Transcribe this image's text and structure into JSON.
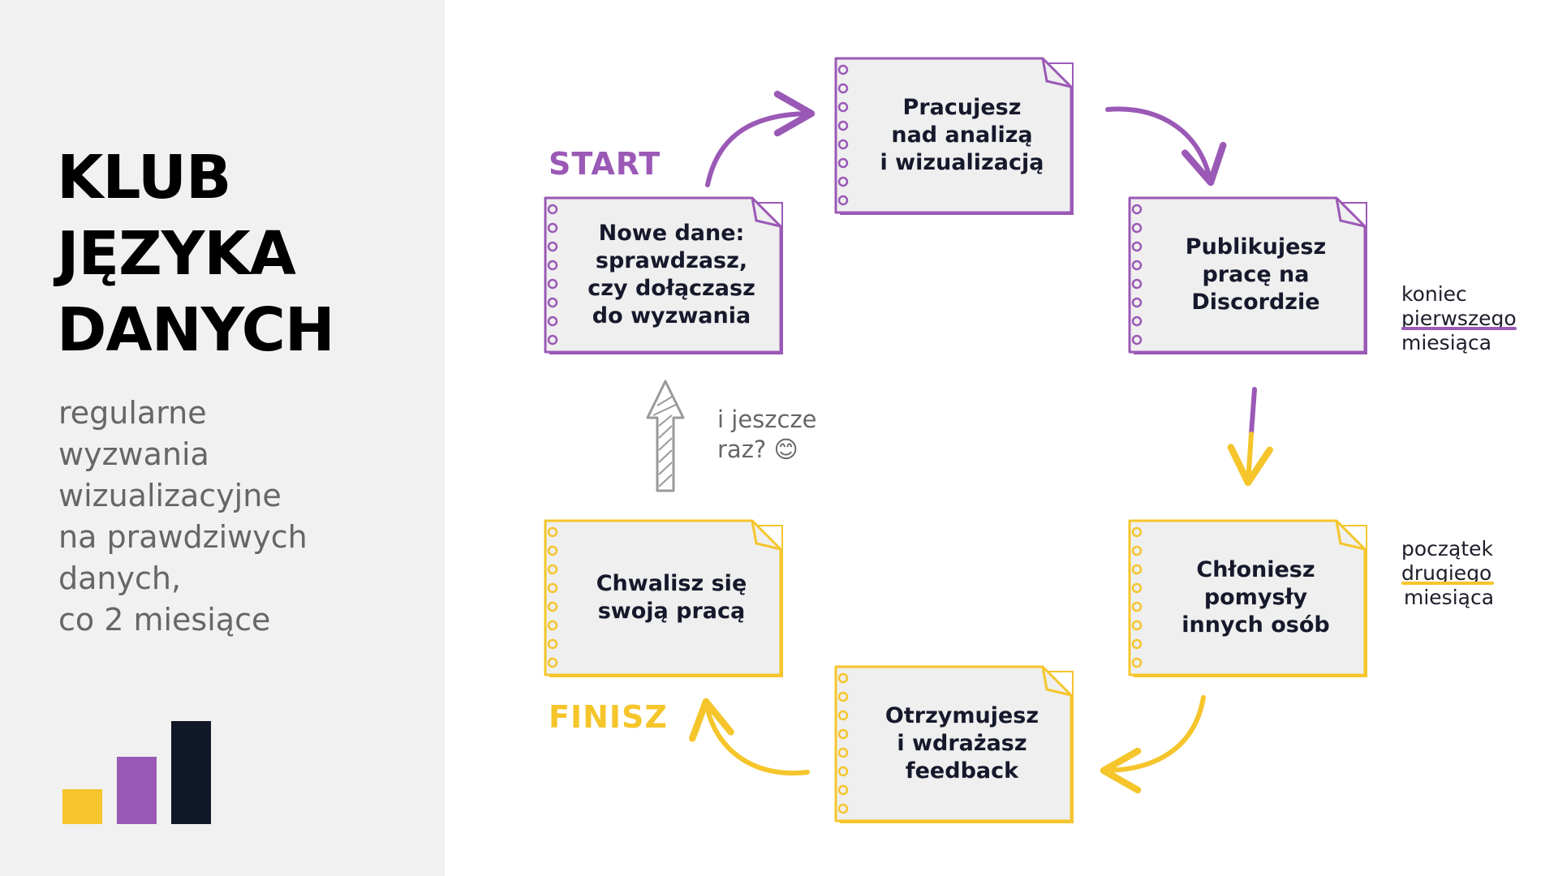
{
  "sidebar": {
    "title_lines": [
      "KLUB",
      "JĘZYKA",
      "DANYCH"
    ],
    "subtitle_lines": [
      "regularne",
      "wyzwania",
      "wizualizacyjne",
      "na prawdziwych",
      "danych,",
      "co 2 miesiące"
    ],
    "logo_bars": [
      {
        "level": 1,
        "color": "#f5c52b"
      },
      {
        "level": 2,
        "color": "#9b59b6"
      },
      {
        "level": 3,
        "color": "#111827"
      }
    ]
  },
  "labels": {
    "start": "START",
    "finish": "FINISZ",
    "again_lines": [
      "i jeszcze",
      "raz? 😊"
    ]
  },
  "cycle": {
    "cards": [
      {
        "id": "nowe-dane",
        "text": "Nowe dane:\nsprawdzasz,\nczy dołączasz\ndo wyzwania",
        "color": "purple"
      },
      {
        "id": "pracujesz",
        "text": "Pracujesz\nnad analizą\ni wizualizacją",
        "color": "purple"
      },
      {
        "id": "publikujesz",
        "text": "Publikujesz\npracę na\nDiscordzie",
        "color": "purple"
      },
      {
        "id": "chloniesz",
        "text": "Chłoniesz\npomysły\ninnych osób",
        "color": "yellow"
      },
      {
        "id": "otrzymujesz",
        "text": "Otrzymujesz\ni wdrażasz\nfeedback",
        "color": "yellow"
      },
      {
        "id": "chwalisz",
        "text": "Chwalisz się\nswoją pracą",
        "color": "yellow"
      }
    ]
  },
  "notes": {
    "end_first_month": {
      "line1": "koniec",
      "line2": "pierwszego",
      "line3": "miesiąca"
    },
    "start_second_month": {
      "line1": "początek",
      "line2": "drugiego",
      "line3": "miesiąca"
    }
  },
  "colors": {
    "purple": "#9b59b6",
    "yellow": "#f5c52b",
    "dark": "#111827",
    "card_fill": "#efefef",
    "gray_arrow": "#9a9a9a"
  }
}
